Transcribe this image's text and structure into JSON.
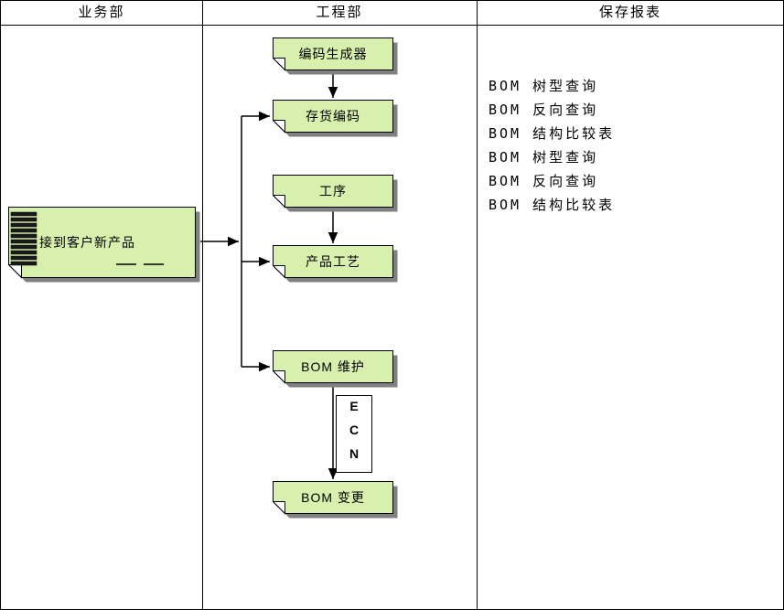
{
  "header": {
    "business_dept": "业务部",
    "engineering_dept": "工程部",
    "saved_reports": "保存报表"
  },
  "flow": {
    "receive_new_product": "接到客户新产品",
    "code_generator": "编码生成器",
    "inventory_code": "存货编码",
    "process": "工序",
    "product_craft": "产品工艺",
    "bom_maintenance": "BOM 维护",
    "ecn_label": "ECN",
    "bom_change": "BOM 变更"
  },
  "reports": [
    "BOM 树型查询",
    "BOM 反向查询",
    "BOM 结构比较表",
    "BOM 树型查询",
    "BOM 反向查询",
    "BOM 结构比较表"
  ],
  "colors": {
    "node_fill": "#d8f0ae",
    "node_border": "#000000",
    "node_shadow": "#808080",
    "background": "#ffffff"
  }
}
